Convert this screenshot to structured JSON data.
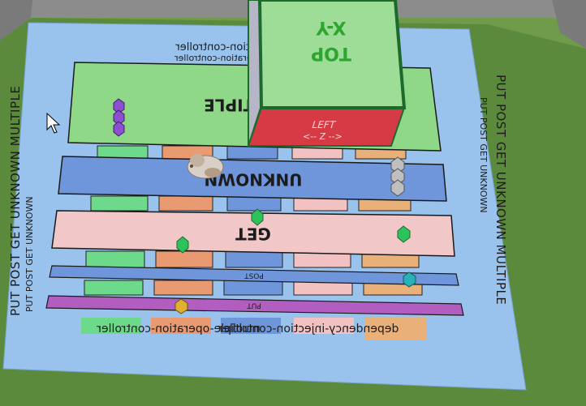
{
  "scene": {
    "colors": {
      "ground": "#5c8a3c",
      "wall": "#8c8c8c",
      "floor": "#99c2ec",
      "multiple": "#8fd888",
      "unknown": "#6f96db",
      "get": "#f2c7c7",
      "post": "#6f96db",
      "put": "#b25ec0",
      "small_green": "#6dd98a",
      "small_orange": "#ea9a70",
      "small_blue": "#6f96db",
      "small_pink": "#f2c2c2",
      "small_tan": "#eab079",
      "cube_front": "#9ddd98",
      "cube_edge": "#1d6b2c",
      "cube_bottom": "#d63a44",
      "cube_side": "#b6b6c8",
      "label_dark": "#1c1c1c",
      "label_green": "#2ea52e",
      "label_red": "#d81a1a"
    },
    "lanes": {
      "multiple": "MULTIPLE",
      "unknown": "UNKNOWN",
      "get": "GET",
      "post": "POST",
      "put": "PUT"
    },
    "top_caption_1": "multiple-operation-controller",
    "top_caption_2": "controller-and-operation-controller",
    "bottom_caption_1": "dependency-injection-controller",
    "bottom_caption_2": "multiple-operation-controller",
    "left_wall_text": "PUT POST GET UNKNOWN MULTIPLE",
    "left_wall_text_2": "PUT POST GET UNKNOWN",
    "right_wall_text": "PUT POST GET UNKNOWN MULTIPLE",
    "right_wall_text_2": "PUT POST GET UNKNOWN",
    "cube": {
      "top_line_1": "TOP",
      "top_line_2": "X-Y",
      "left_line_1": "LEFT",
      "left_line_2": "<-- Z -->"
    }
  }
}
